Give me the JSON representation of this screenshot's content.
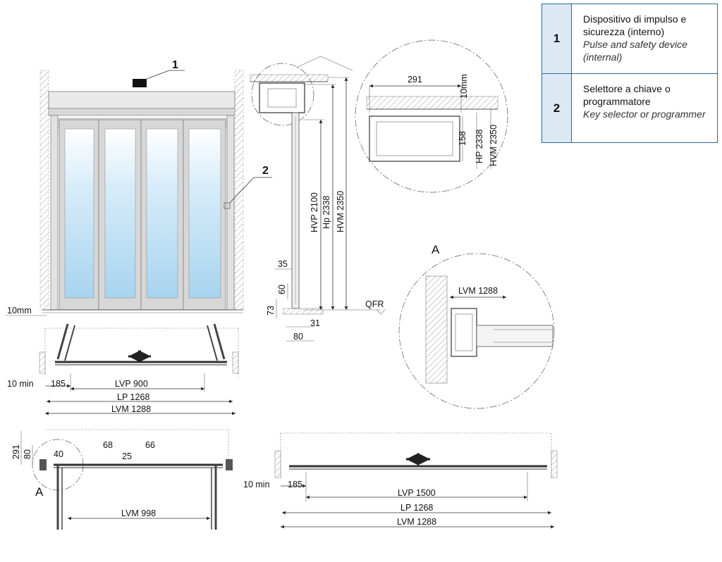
{
  "legend": [
    {
      "number": "1",
      "text_it": "Dispositivo di impulso e sicurezza (interno)",
      "text_en": "Pulse and safety device (internal)"
    },
    {
      "number": "2",
      "text_it": "Selettore a chiave o programmatore",
      "text_en": "Key selector or programmer"
    }
  ],
  "callouts": {
    "c1": "1",
    "c2": "2",
    "detail_a": "A",
    "detail_a_plan": "A"
  },
  "front_view": {
    "floor_gap": "10mm"
  },
  "section": {
    "dims": {
      "hvp": "HVP 2100",
      "hp": "Hp 2338",
      "hvm": "HVM 2350",
      "d35": "35",
      "d60": "60",
      "d73": "73",
      "d31": "31",
      "d80": "80",
      "qfr": "QFR"
    }
  },
  "detail_top": {
    "d291": "291",
    "d10": "10mm",
    "d158": "158",
    "hp": "HP 2338",
    "hvm": "HVM 2350"
  },
  "detail_a": {
    "lvm": "LVM 1288"
  },
  "plan1": {
    "min": "10 min",
    "d185": "185",
    "lvp": "LVP 900",
    "lp": "LP 1268",
    "lvm": "LVM 1288"
  },
  "plan2": {
    "d291": "291",
    "d80": "80",
    "d40": "40",
    "d68": "68",
    "d25": "25",
    "d66": "66",
    "lvm": "LVM 998"
  },
  "plan3": {
    "min": "10 min",
    "d185": "185",
    "lvp": "LVP 1500",
    "lp": "LP 1268",
    "lvm": "LVM 1288"
  },
  "colors": {
    "legend_border": "#2b6a93",
    "legend_fill": "#dce9f5",
    "glass_top": "#ffffff",
    "glass_bottom": "#a8d4ef"
  }
}
